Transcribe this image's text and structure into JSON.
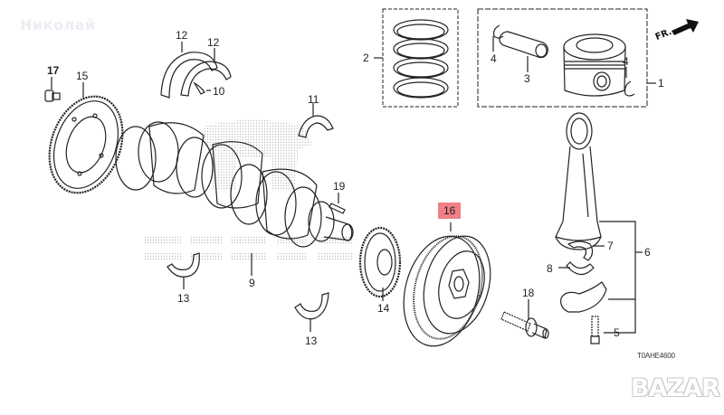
{
  "watermark": {
    "owner_name": "Николай",
    "site_logo": "BAZAR"
  },
  "diagram": {
    "title_code": "T0AHE4600",
    "direction_label": "FR.",
    "highlight_color": "#f07f86",
    "highlighted_part": "16",
    "callouts": {
      "p1": "1",
      "p2": "2",
      "p3": "3",
      "p4a": "4",
      "p4b": "4",
      "p5": "5",
      "p6": "6",
      "p7": "7",
      "p8": "8",
      "p9": "9",
      "p10": "10",
      "p11": "11",
      "p12a": "12",
      "p12b": "12",
      "p13a": "13",
      "p13b": "13",
      "p14": "14",
      "p15": "15",
      "p16": "16",
      "p17": "17",
      "p18": "18",
      "p19": "19"
    }
  }
}
